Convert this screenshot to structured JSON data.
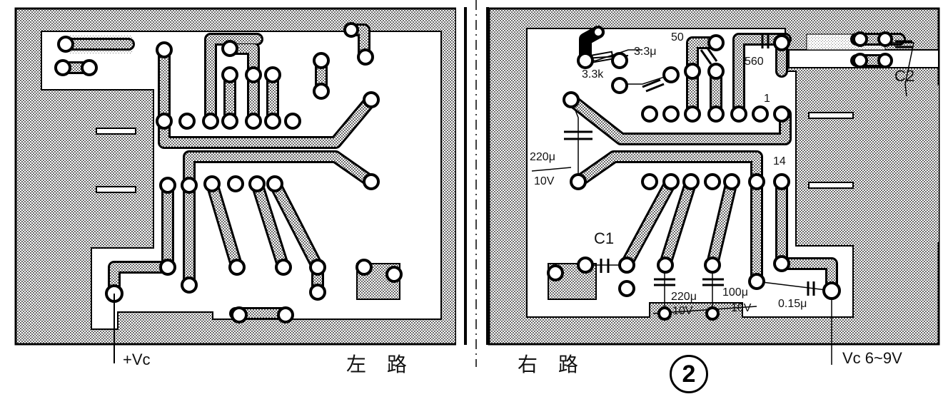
{
  "labels": {
    "left_vc": "+Vc",
    "left_channel": "左 路",
    "right_channel": "右 路",
    "figure_number": "2",
    "supply": "Vc 6~9V",
    "r1": "3.3μ",
    "r2": "3.3k",
    "c50": "50",
    "c560": "560",
    "pin1": "1",
    "pin14": "14",
    "c_220u_top": "220μ",
    "c_10v_top": "10V",
    "c1": "C1",
    "c2": "C2",
    "c_220u_bot": "220μ",
    "c_10v_bot1": "10V",
    "c_100u": "100μ",
    "c_10v_bot2": "10V",
    "c_015u": "0.15μ"
  },
  "colors": {
    "copper_hatch": "#8a8a8a",
    "board_bg": "#e8e8e8",
    "trace": "#ffffff",
    "ink": "#111111"
  }
}
